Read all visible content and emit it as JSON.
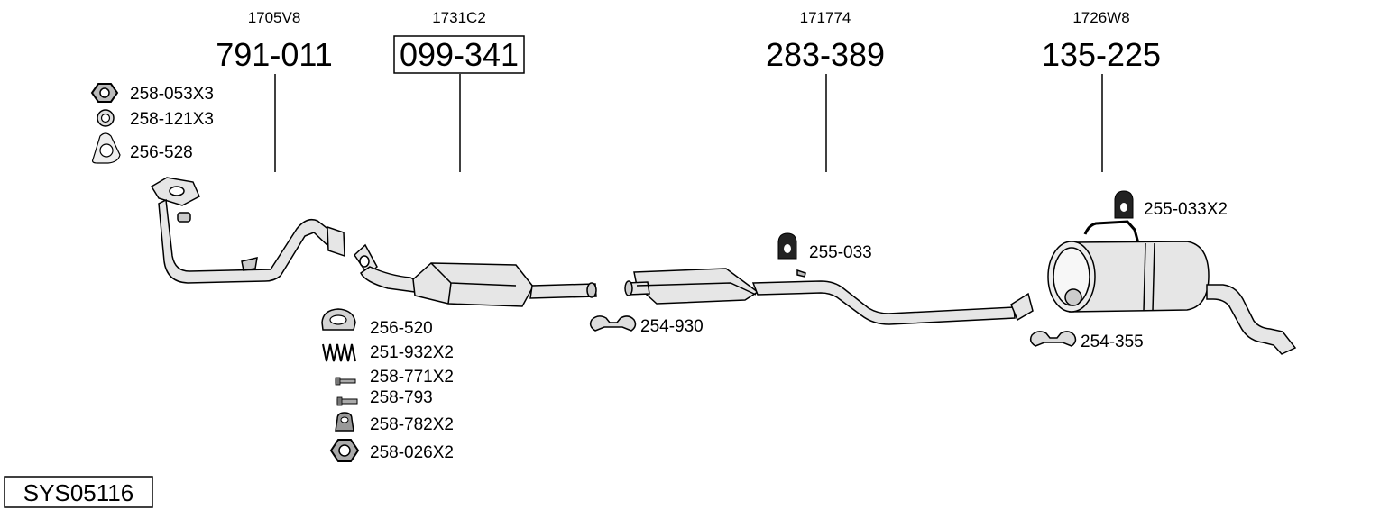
{
  "parts": {
    "p1": {
      "ref": "1705V8",
      "code": "791-011"
    },
    "p2": {
      "ref": "1731C2",
      "code": "099-341"
    },
    "p3": {
      "ref": "171774",
      "code": "283-389"
    },
    "p4": {
      "ref": "1726W8",
      "code": "135-225"
    }
  },
  "accessories": {
    "a258_053": "258-053X3",
    "a258_121": "258-121X3",
    "a256_528": "256-528",
    "a256_520": "256-520",
    "a251_932": "251-932X2",
    "a258_771": "258-771X2",
    "a258_793": "258-793",
    "a258_782": "258-782X2",
    "a258_026": "258-026X2",
    "a254_930": "254-930",
    "a255_033": "255-033",
    "a255_033x2": "255-033X2",
    "a254_355": "254-355"
  },
  "system_code": "SYS05116"
}
